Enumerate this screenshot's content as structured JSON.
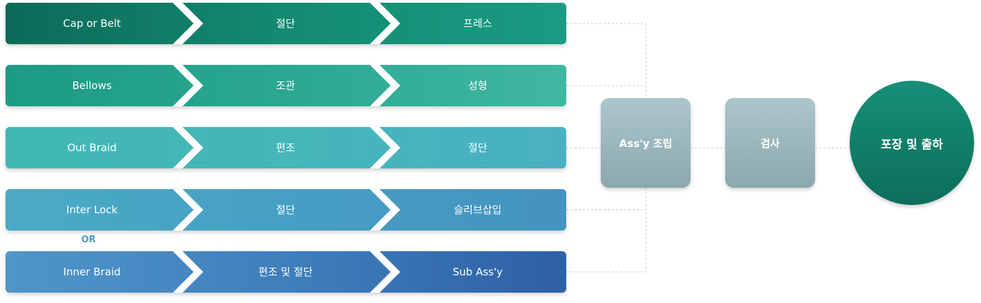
{
  "rows": [
    {
      "steps": [
        "Cap or Belt",
        "절단",
        "프레스"
      ],
      "colors": [
        "#0c6a58",
        "#138a72",
        "#1a9b82"
      ]
    },
    {
      "steps": [
        "Bellows",
        "조관",
        "성형"
      ],
      "colors": [
        "#1c9b84",
        "#2aa892",
        "#40b7a1"
      ]
    },
    {
      "steps": [
        "Out Braid",
        "편조",
        "절단"
      ],
      "colors": [
        "#41b8b4",
        "#45b6b9",
        "#4ab1c3"
      ]
    },
    {
      "steps": [
        "Inter Lock",
        "절단",
        "슬리브삽입"
      ],
      "colors": [
        "#4aabc6",
        "#469fc4",
        "#4593c0"
      ]
    },
    {
      "steps": [
        "Inner Braid",
        "편조 및 절단",
        "Sub Ass'y"
      ],
      "colors": [
        "#4f96c9",
        "#3f7fbc",
        "#2d60a3"
      ]
    }
  ],
  "or_label": "OR",
  "assembly_label": "Ass'y 조립",
  "inspection_label": "검사",
  "final_label": "포장 및 출하"
}
